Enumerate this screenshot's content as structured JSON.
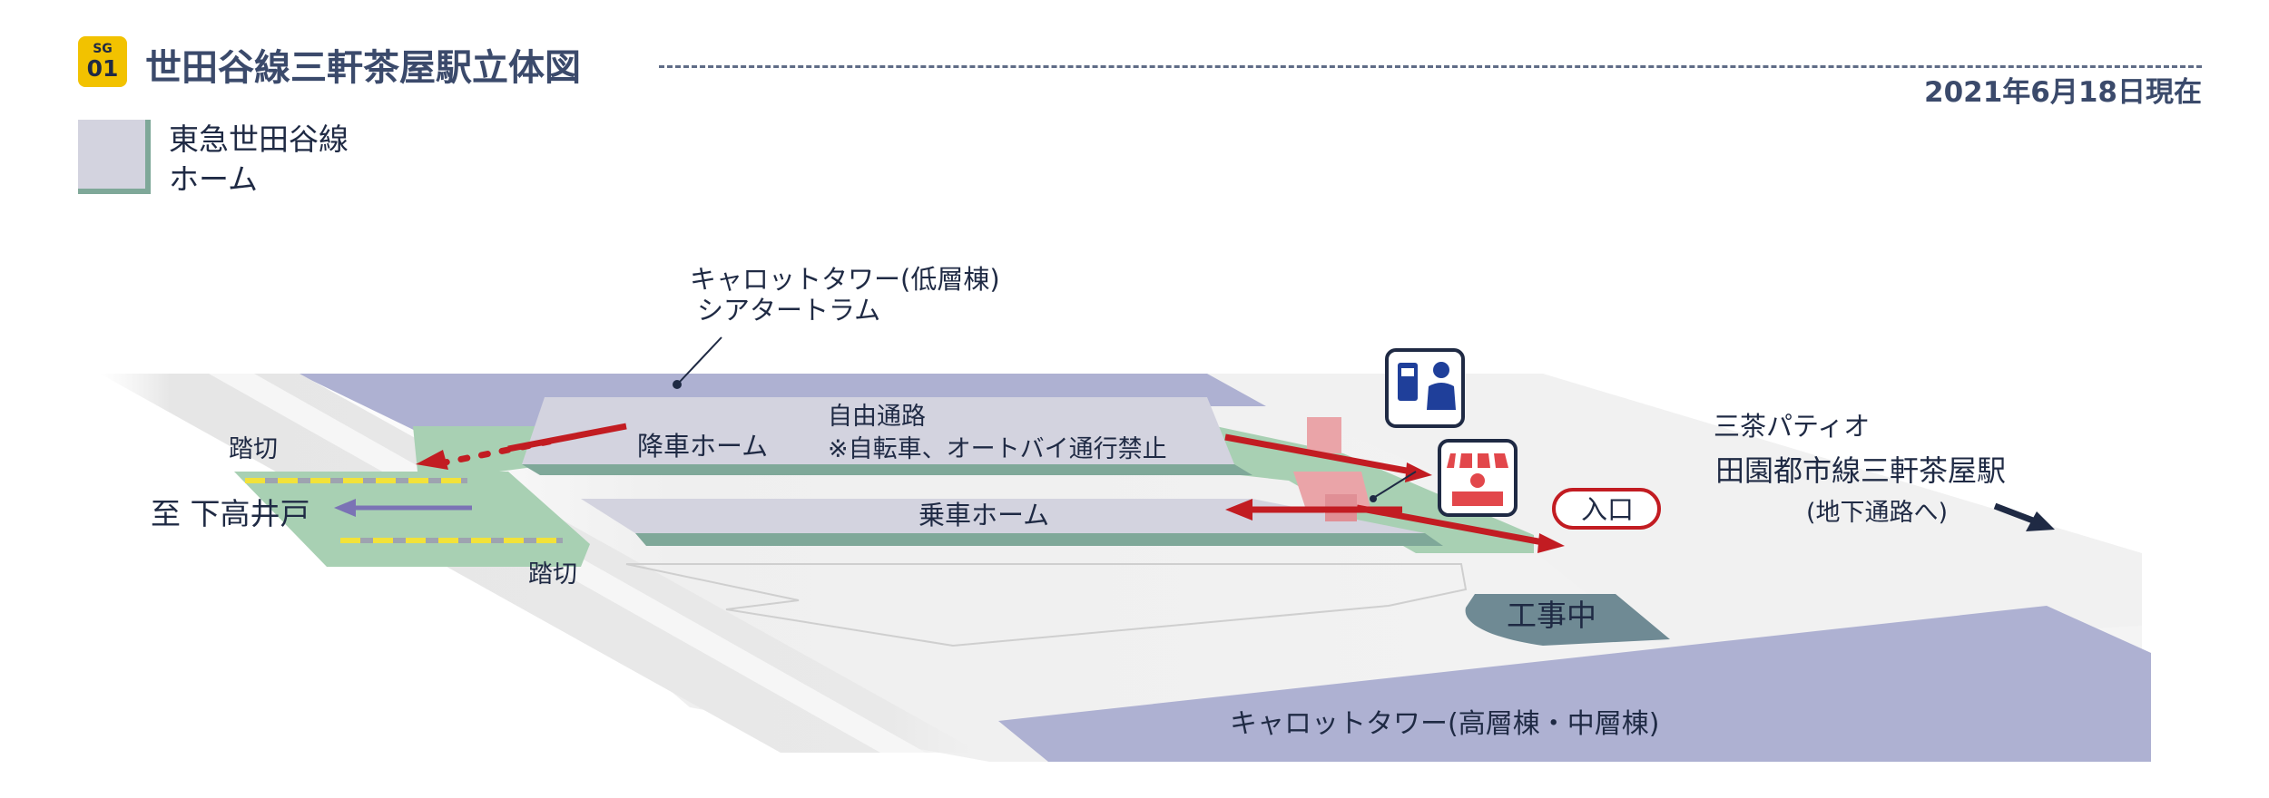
{
  "header": {
    "badge_line": "SG",
    "badge_number": "01",
    "title": "世田谷線三軒茶屋駅立体図",
    "date": "2021年6月18日現在"
  },
  "legend": {
    "line1": "東急世田谷線",
    "line2": "ホーム"
  },
  "map": {
    "carrot_low_line1": "キャロットタワー(低層棟)",
    "carrot_low_line2": "シアタートラム",
    "free_passage": "自由通路",
    "bike_notice": "※自転車、オートバイ通行禁止",
    "arrival_platform": "降車ホーム",
    "departure_platform": "乗車ホーム",
    "crossing_top": "踏切",
    "crossing_bottom": "踏切",
    "destination": "至 下高井戸",
    "entrance": "入口",
    "construction": "工事中",
    "sancha_patio": "三茶パティオ",
    "den_en_station": "田園都市線三軒茶屋駅",
    "underground_note": "(地下通路へ)",
    "carrot_high": "キャロットタワー(高層棟・中層棟)"
  },
  "icons": [
    "ticket-machine-staff-icon",
    "shop-icon"
  ],
  "colors": {
    "building": "#aeb1d2",
    "platform": "#d3d3df",
    "platform_edge": "#7fa899",
    "crossing_area": "#a8d0b3",
    "route_arrow": "#c21c22",
    "badge": "#f2c200",
    "title_text": "#3b4a6b"
  }
}
